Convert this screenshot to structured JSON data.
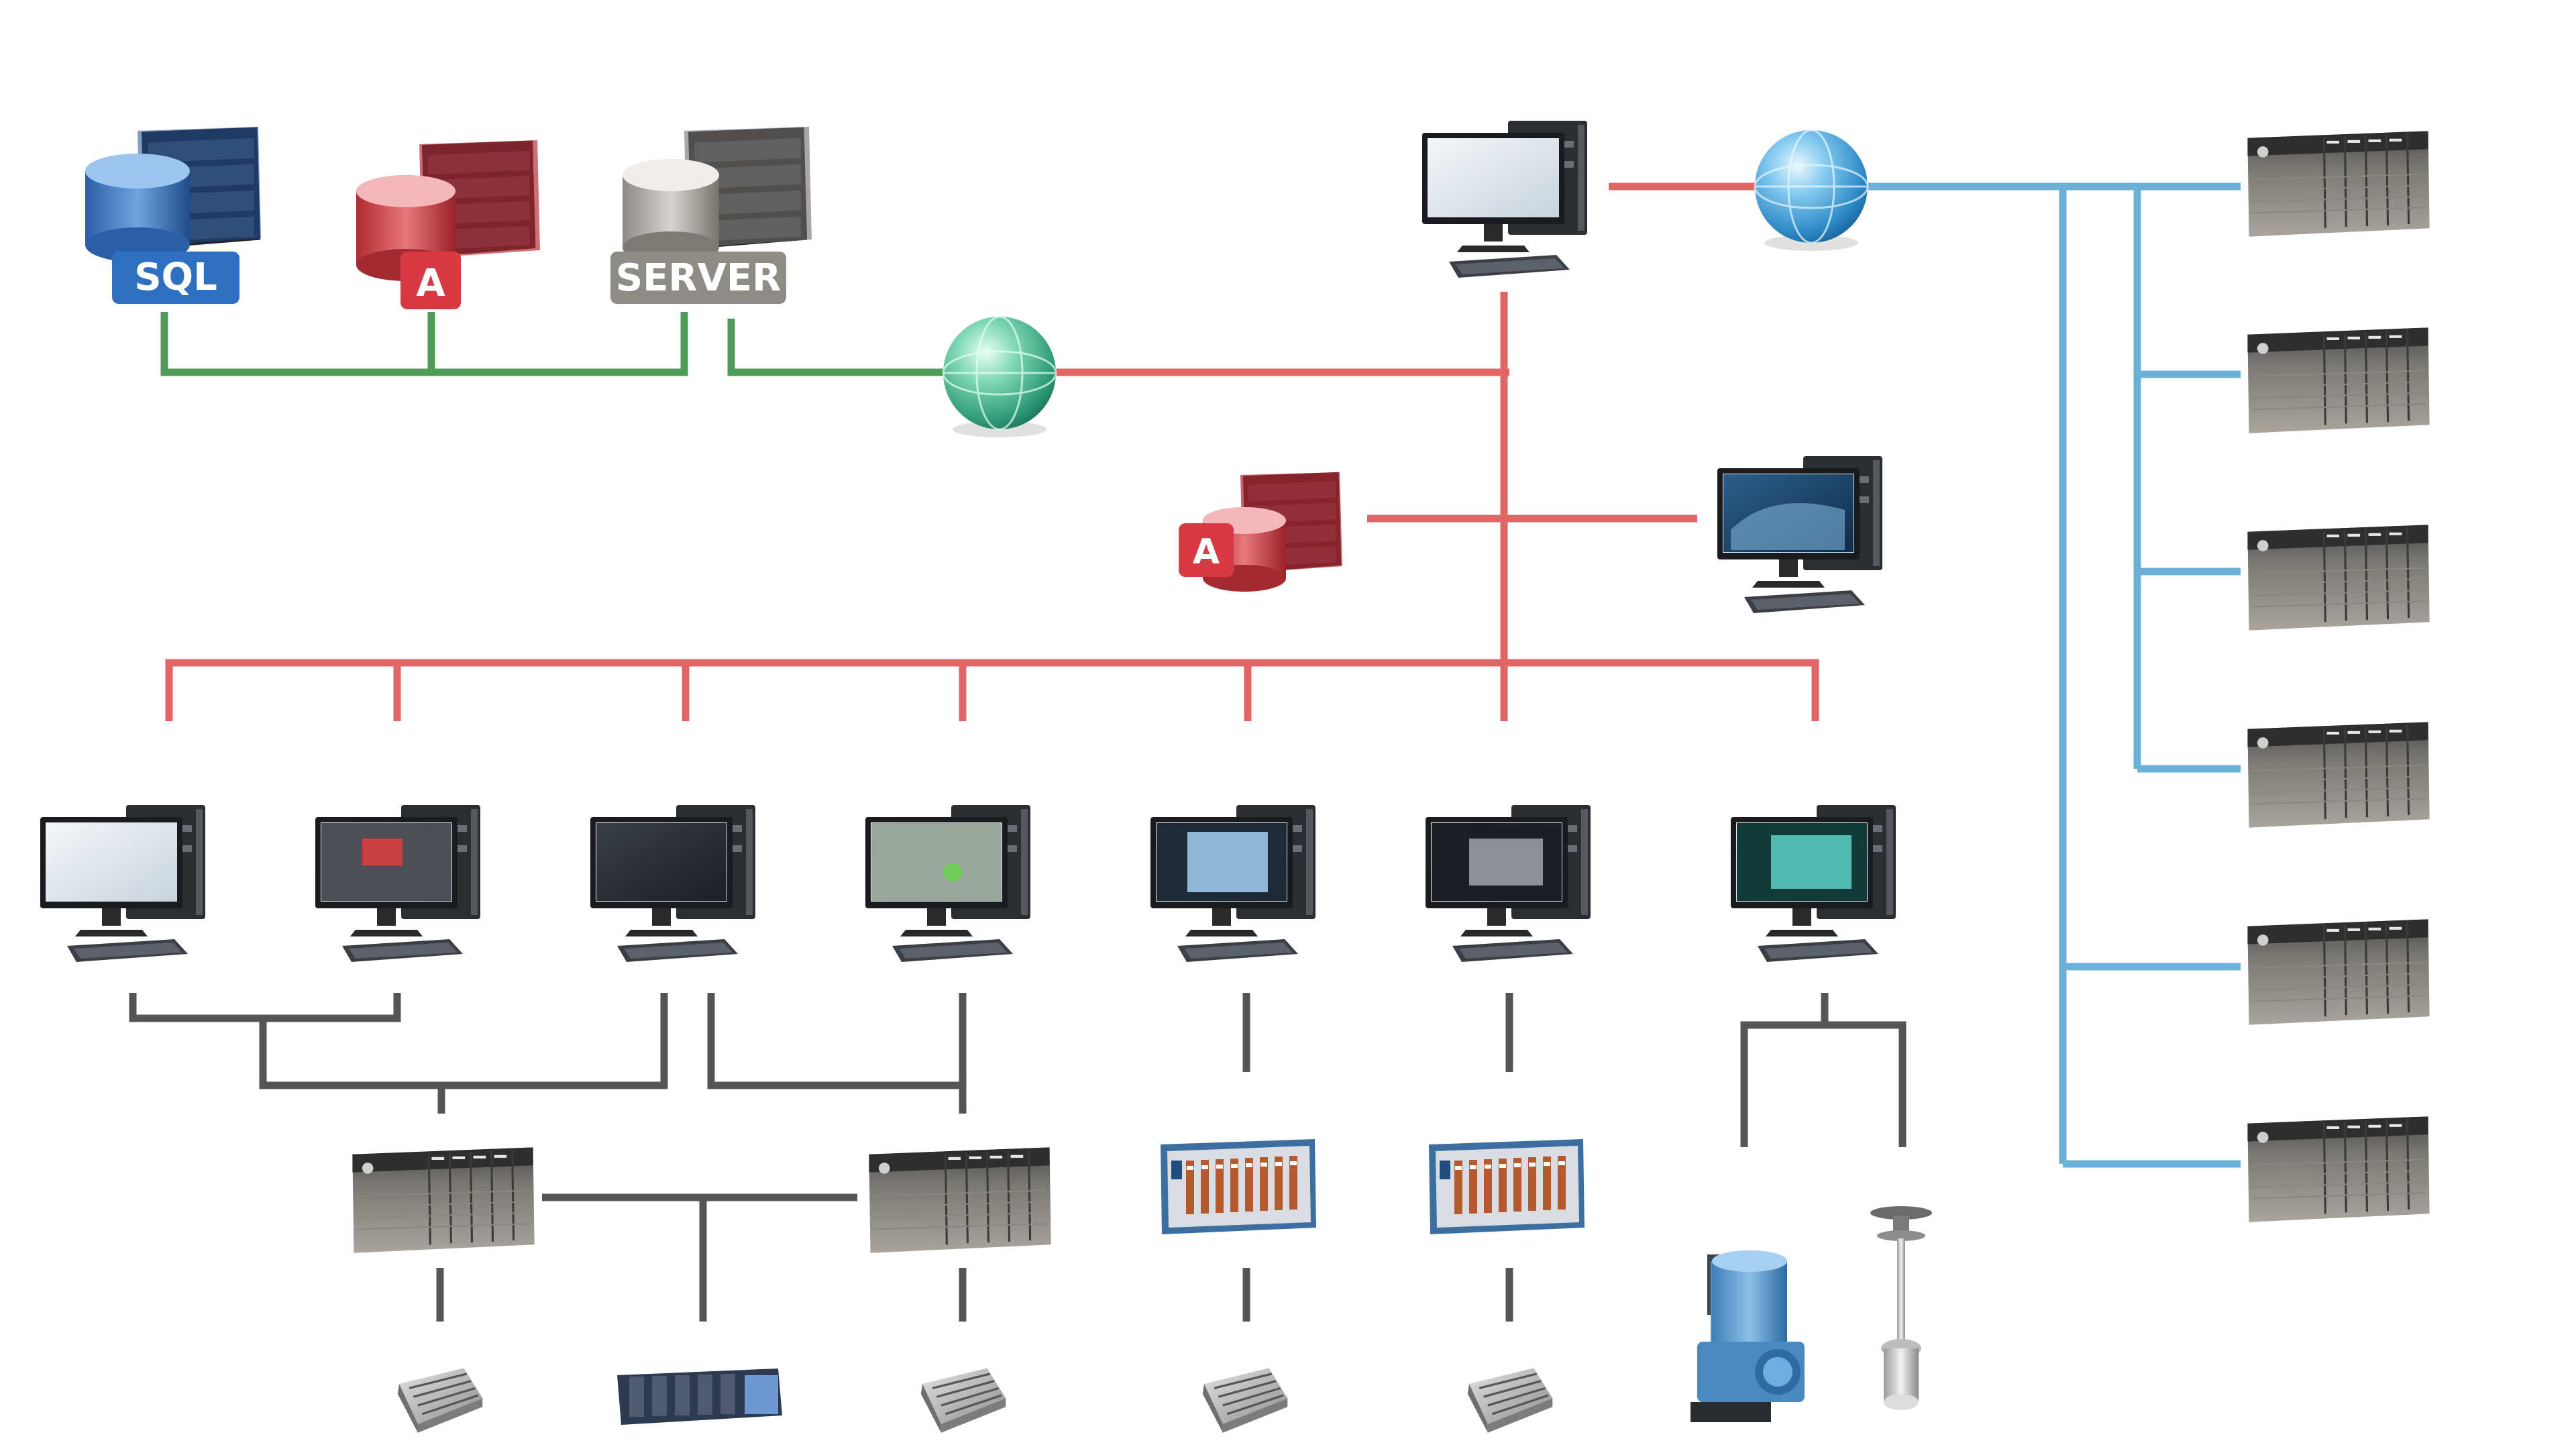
{
  "colors": {
    "red_link": "#e06666",
    "green_link": "#4e9a58",
    "blue_link": "#6ab0d8",
    "gray_link": "#555555",
    "sql_blue": "#2f6fbf",
    "access_red": "#c8323a",
    "server_gray": "#8f8c85",
    "globe_green": "#3fae8c",
    "globe_blue": "#3a9fd8"
  },
  "icons": {
    "sql_db": "sql-database-icon",
    "access_db": "access-database-icon",
    "server_db": "server-database-icon",
    "globe": "network-globe-icon",
    "workstation": "workstation-computer-icon",
    "plc": "plc-controller-icon",
    "io": "io-module-icon",
    "daq": "daq-chassis-icon",
    "transmitter": "level-transmitter-icon",
    "probe": "level-probe-icon"
  },
  "databases": {
    "sql_label": "SQL",
    "access_label": "A",
    "server_label": "SERVER",
    "access_local_label": "A"
  }
}
